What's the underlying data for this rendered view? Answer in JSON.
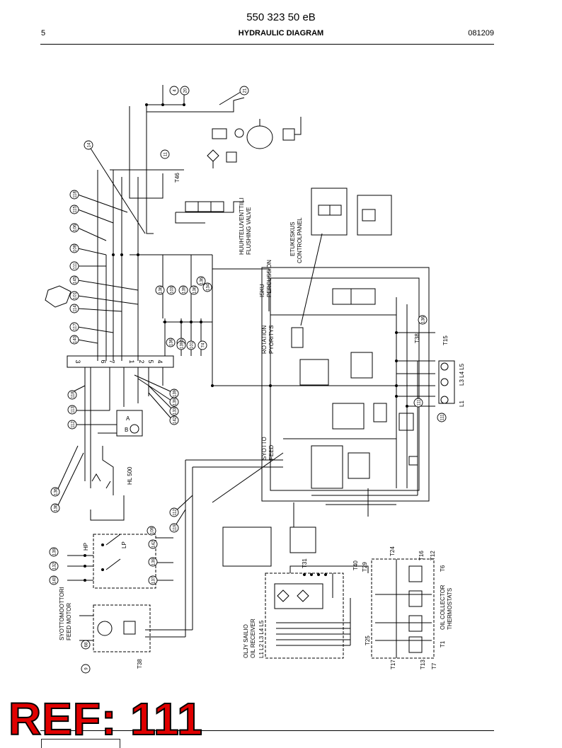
{
  "header": {
    "doc_number": "550 323 50 eB",
    "page": "5",
    "section": "HYDRAULIC DIAGRAM",
    "date": "081209"
  },
  "diagram": {
    "labels": {
      "flushing_valve_fi": "HUUHTELUVENTTIILI",
      "flushing_valve": "FLUSHING VALVE",
      "control_panel_fi": "ETUKESKUS",
      "control_panel": "CONTROLPANEL",
      "percussion_fi": "ISKU",
      "percussion": "PERCUSSION",
      "rotation_fi": "PYORITYS",
      "rotation": "ROTATION",
      "feed_fi": "SYOTTO",
      "feed": "FEED",
      "feed_motor_fi": "SYOTTOMOOTTORI",
      "feed_motor": "FEED MOTOR",
      "oil_receiver_fi": "OLJY SAILIO",
      "oil_receiver": "OIL RECEIVER",
      "oil_collector": "OIL COLLECTOR",
      "thermostats": "THERMOSTATS",
      "l_lines": "L1 L2 L3 L4 L5",
      "l_lines_right": "L3 L4 L5",
      "l1": "L1",
      "hl500": "HL 500",
      "hp": "HP",
      "lp": "LP",
      "t46": "T46",
      "t38": "T38",
      "t38b": "T38",
      "t15": "T15",
      "t24": "T24",
      "t16": "T16",
      "t12": "T12",
      "t6": "T6",
      "t40": "T40",
      "t29": "T29",
      "t31": "T31",
      "t25": "T25",
      "t1": "T1",
      "t17": "T17",
      "t13": "T13",
      "t7": "T7",
      "port_a": "A",
      "port_b": "B"
    },
    "callouts": [
      "4",
      "20",
      "21",
      "14",
      "11",
      "118",
      "115",
      "106",
      "108",
      "111",
      "145",
      "101",
      "114",
      "117",
      "140",
      "118",
      "113",
      "112",
      "136",
      "136",
      "139",
      "139",
      "133",
      "142",
      "136",
      "136",
      "103",
      "139",
      "136",
      "136",
      "134",
      "74",
      "101",
      "139",
      "136",
      "136",
      "111",
      "111",
      "108",
      "142",
      "139",
      "137",
      "112",
      "119",
      "139",
      "132",
      "140",
      "9",
      "68"
    ],
    "terminal_strip": [
      "3",
      "6",
      "7",
      "1",
      "2",
      "5",
      "4"
    ]
  }
}
